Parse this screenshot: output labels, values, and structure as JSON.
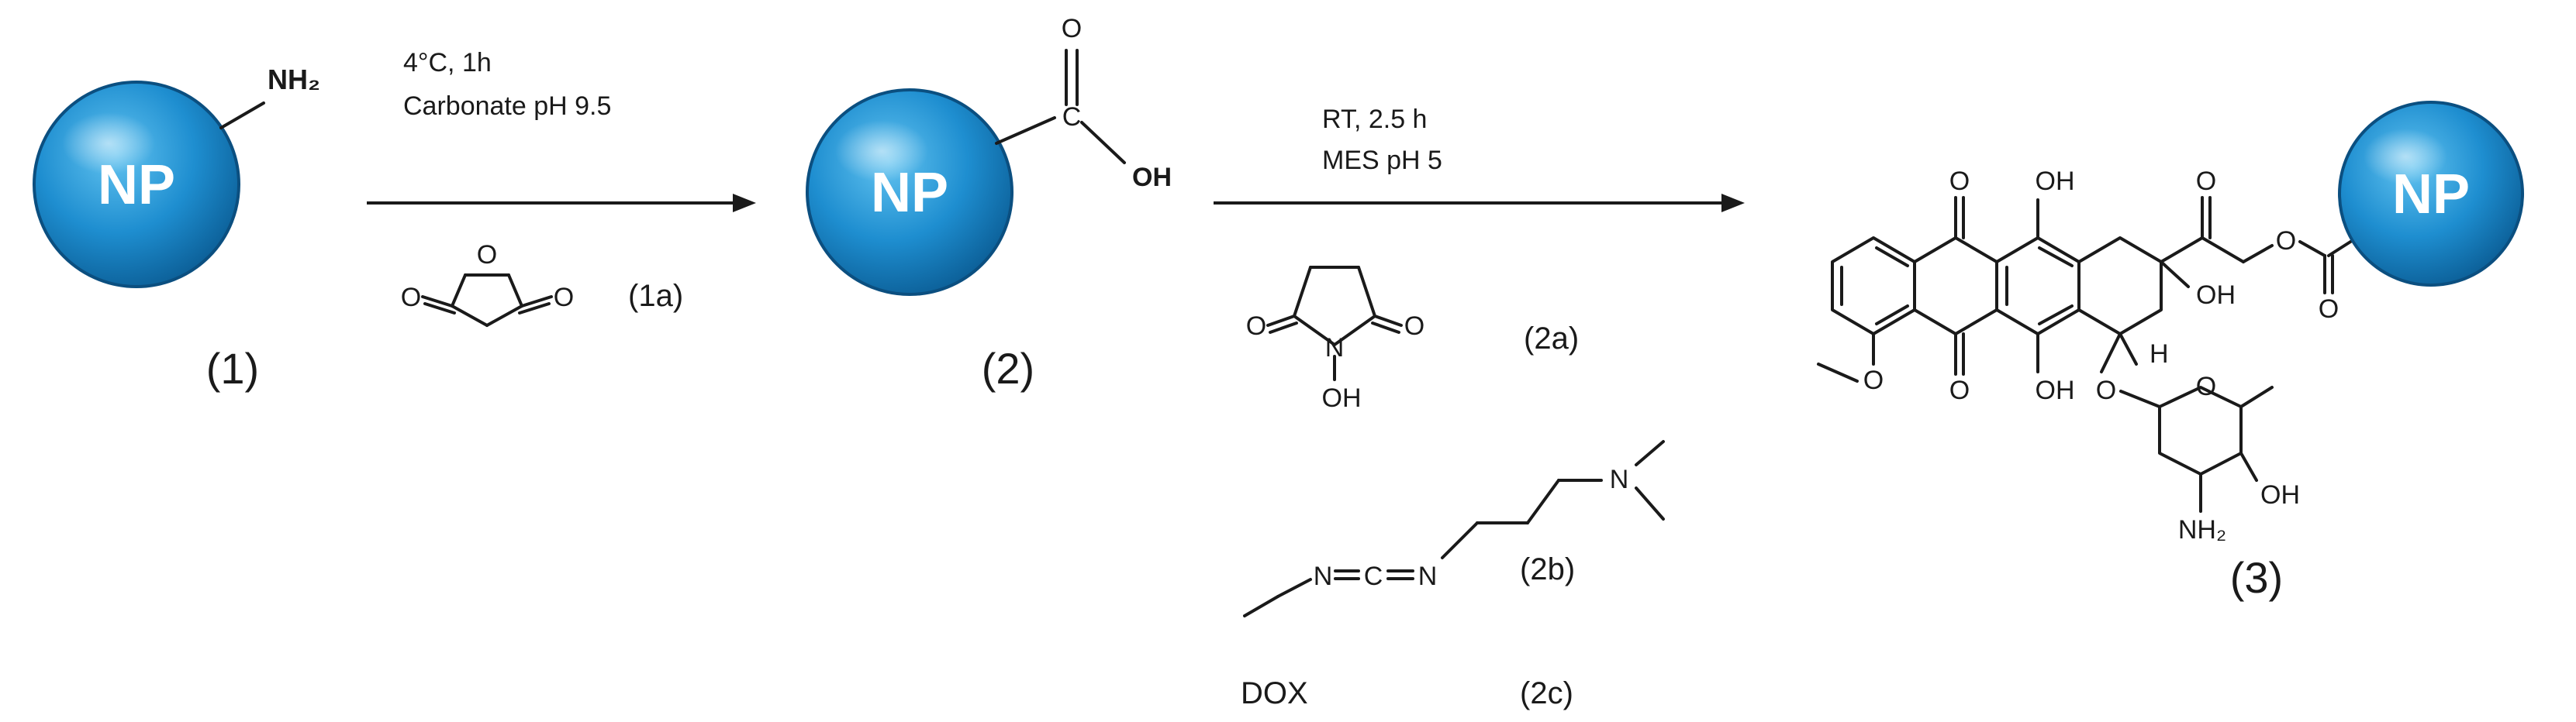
{
  "np_label": "NP",
  "compounds": {
    "c1": {
      "label": "(1)",
      "group": "NH₂"
    },
    "c2": {
      "label": "(2)",
      "o": "O",
      "c": "C",
      "oh": "OH"
    },
    "c3": {
      "label": "(3)"
    }
  },
  "step1": {
    "line1": "4°C, 1h",
    "line2": "Carbonate pH 9.5",
    "reagent": "(1a)"
  },
  "step2": {
    "line1": "RT, 2.5 h",
    "line2": "MES pH 5",
    "reagent_a": "(2a)",
    "reagent_b": "(2b)",
    "reagent_c": "(2c)",
    "dox": "DOX"
  },
  "atoms": {
    "o": "O",
    "oh": "OH",
    "h": "H",
    "n": "N",
    "c": "C",
    "nh2": "NH₂"
  },
  "colors": {
    "np_dark": "#0b5d95",
    "np_mid": "#1e8ed0",
    "np_light": "#62c3f0",
    "ink": "#1a1a1a"
  }
}
